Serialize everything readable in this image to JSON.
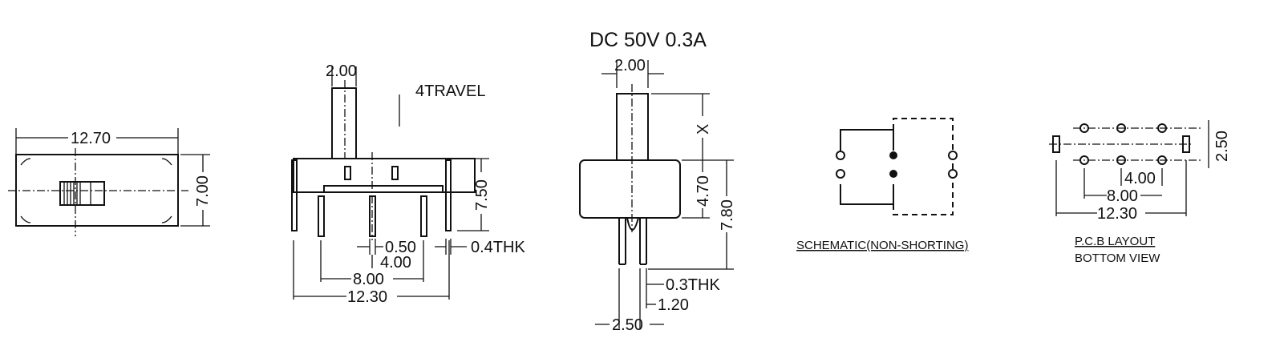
{
  "rating": "DC  50V  0.3A",
  "top_view": {
    "width": "12.70",
    "height": "7.00"
  },
  "front_view": {
    "actuator_width": "2.00",
    "travel": "4TRAVEL",
    "height": "7.50",
    "pin_width": "0.50",
    "pin_pitch": "4.00",
    "outer_pin_span": "8.00",
    "mount_span": "12.30",
    "thickness": "0.4THK"
  },
  "side_view": {
    "actuator_width": "2.00",
    "actuator_height": "X",
    "body_height": "4.70",
    "total_height": "7.80",
    "thickness": "0.3THK",
    "pin_offset": "1.20",
    "pin_span": "2.50"
  },
  "schematic": {
    "label": "SCHEMATIC(NON-SHORTING)"
  },
  "pcb_layout": {
    "label_line1": "P.C.B LAYOUT",
    "label_line2": "BOTTOM VIEW",
    "row_pitch": "2.50",
    "pin_pitch": "4.00",
    "outer_pin_span": "8.00",
    "mount_span": "12.30"
  }
}
